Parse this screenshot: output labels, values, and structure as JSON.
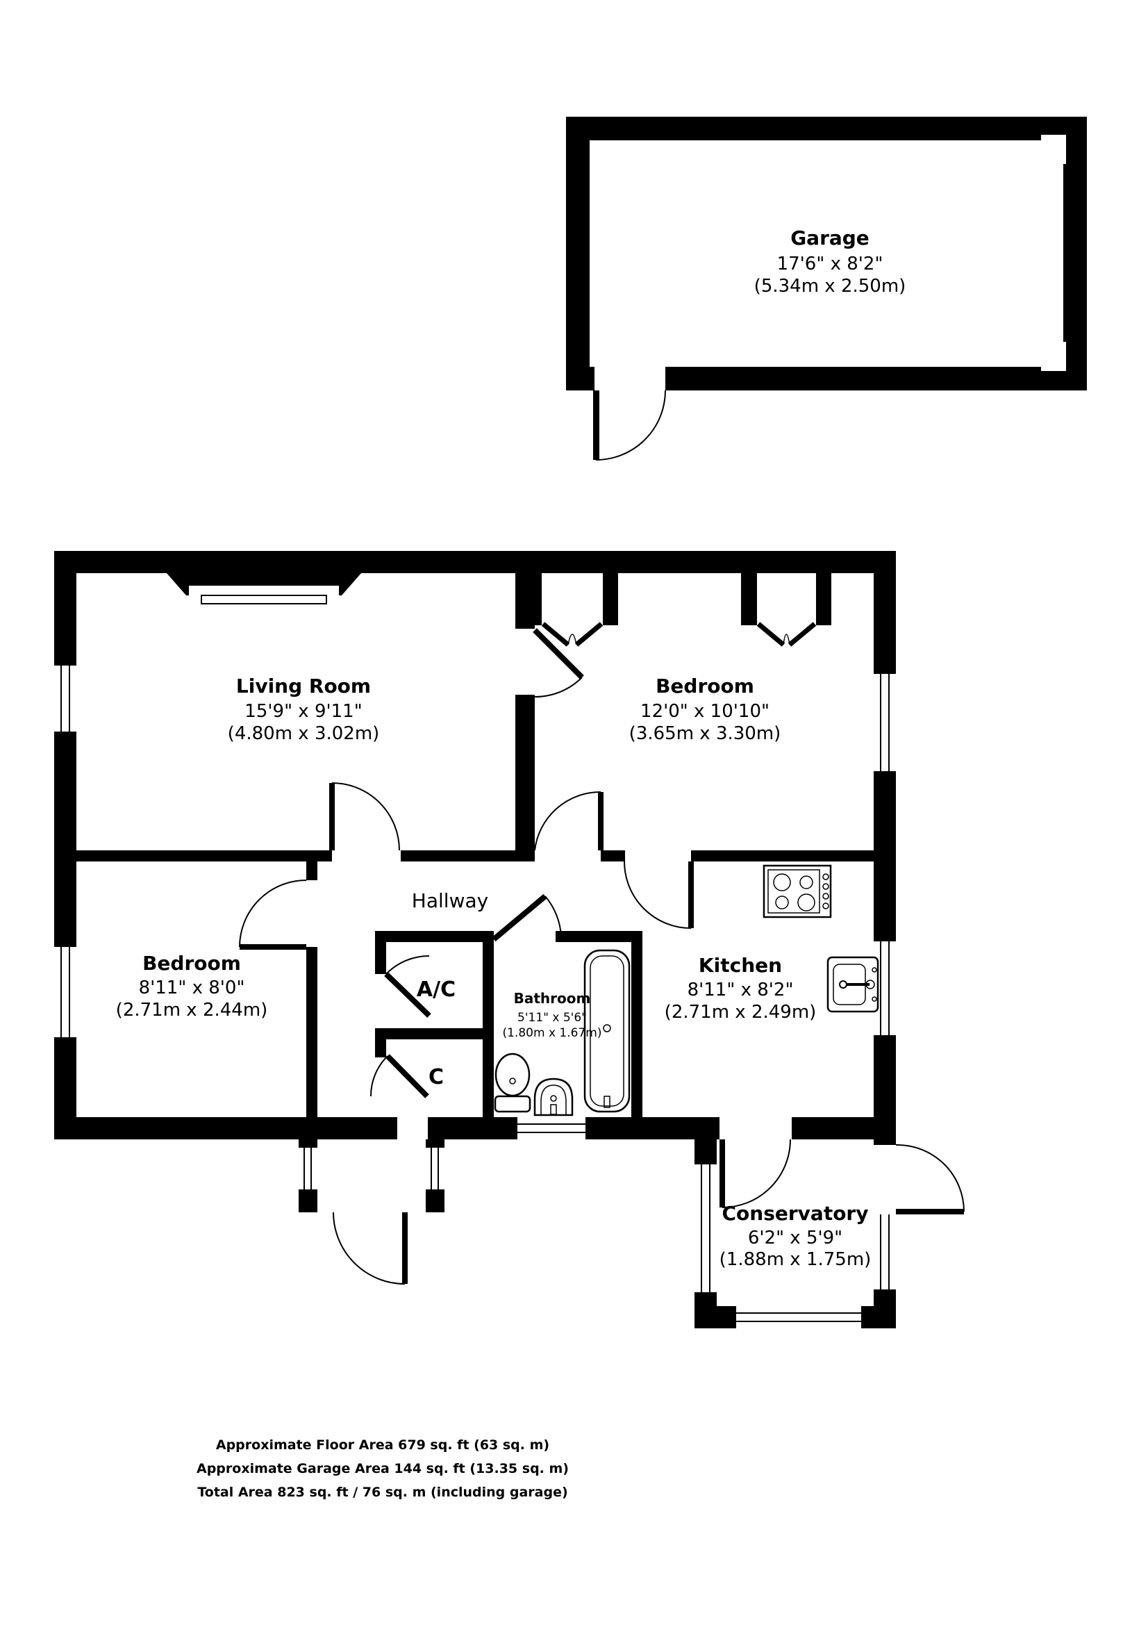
{
  "title": "Floor plan",
  "colors": {
    "wall": "#000000",
    "background": "#ffffff",
    "text": "#000000"
  },
  "rooms": {
    "garage": {
      "name": "Garage",
      "imperial": "17'6\" x 8'2\"",
      "metric": "(5.34m x 2.50m)"
    },
    "living": {
      "name": "Living Room",
      "imperial": "15'9\" x 9'11\"",
      "metric": "(4.80m x 3.02m)"
    },
    "bedroom1": {
      "name": "Bedroom",
      "imperial": "12'0\" x 10'10\"",
      "metric": "(3.65m x 3.30m)"
    },
    "bedroom2": {
      "name": "Bedroom",
      "imperial": "8'11\" x 8'0\"",
      "metric": "(2.71m x 2.44m)"
    },
    "kitchen": {
      "name": "Kitchen",
      "imperial": "8'11\" x 8'2\"",
      "metric": "(2.71m x 2.49m)"
    },
    "bathroom": {
      "name": "Bathroom",
      "imperial": "5'11\" x 5'6\"",
      "metric": "(1.80m x 1.67m)"
    },
    "conservatory": {
      "name": "Conservatory",
      "imperial": "6'2\" x 5'9\"",
      "metric": "(1.88m x 1.75m)"
    }
  },
  "areas": {
    "hallway": "Hallway",
    "ac_closet": "A/C",
    "closet": "C"
  },
  "footer": {
    "line1": "Approximate Floor Area 679 sq. ft (63 sq. m)",
    "line2": "Approximate Garage Area 144 sq. ft (13.35 sq. m)",
    "line3": "Total Area 823 sq. ft / 76  sq. m (including garage)"
  }
}
